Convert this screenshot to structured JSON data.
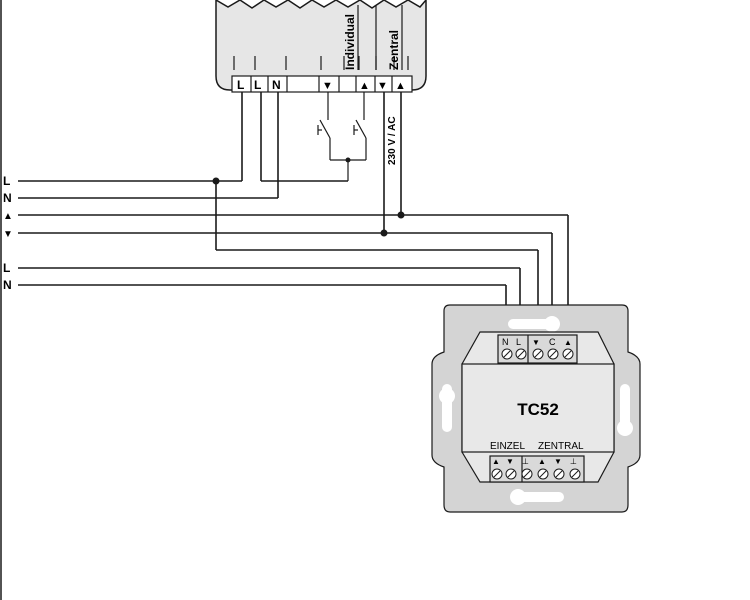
{
  "top_actuator": {
    "terminal_labels": [
      "L",
      "L",
      "N",
      "",
      "▼",
      "",
      "▲",
      "▼",
      "▲"
    ],
    "group_individual": "Individual",
    "group_central": "Zentral",
    "voltage": "230 V / AC"
  },
  "left_wire_labels": [
    "L",
    "N",
    "▲",
    "▼",
    "L",
    "N"
  ],
  "device": {
    "model": "TC52",
    "top_terminals": [
      "N",
      "L",
      "▼",
      "C",
      "▲"
    ],
    "bottom_group_single": "EINZEL",
    "bottom_group_central": "ZENTRAL",
    "bottom_terminals": [
      "▲",
      "▼",
      "⊥",
      "▲",
      "▼",
      "⊥"
    ]
  },
  "colors": {
    "line": "#1a1a1a",
    "actuator_fill": "#e6e6e6",
    "frame_fill": "#d4d4d4",
    "insert_fill": "#e8e8e8",
    "terminal_fill": "#d9d9d9"
  }
}
